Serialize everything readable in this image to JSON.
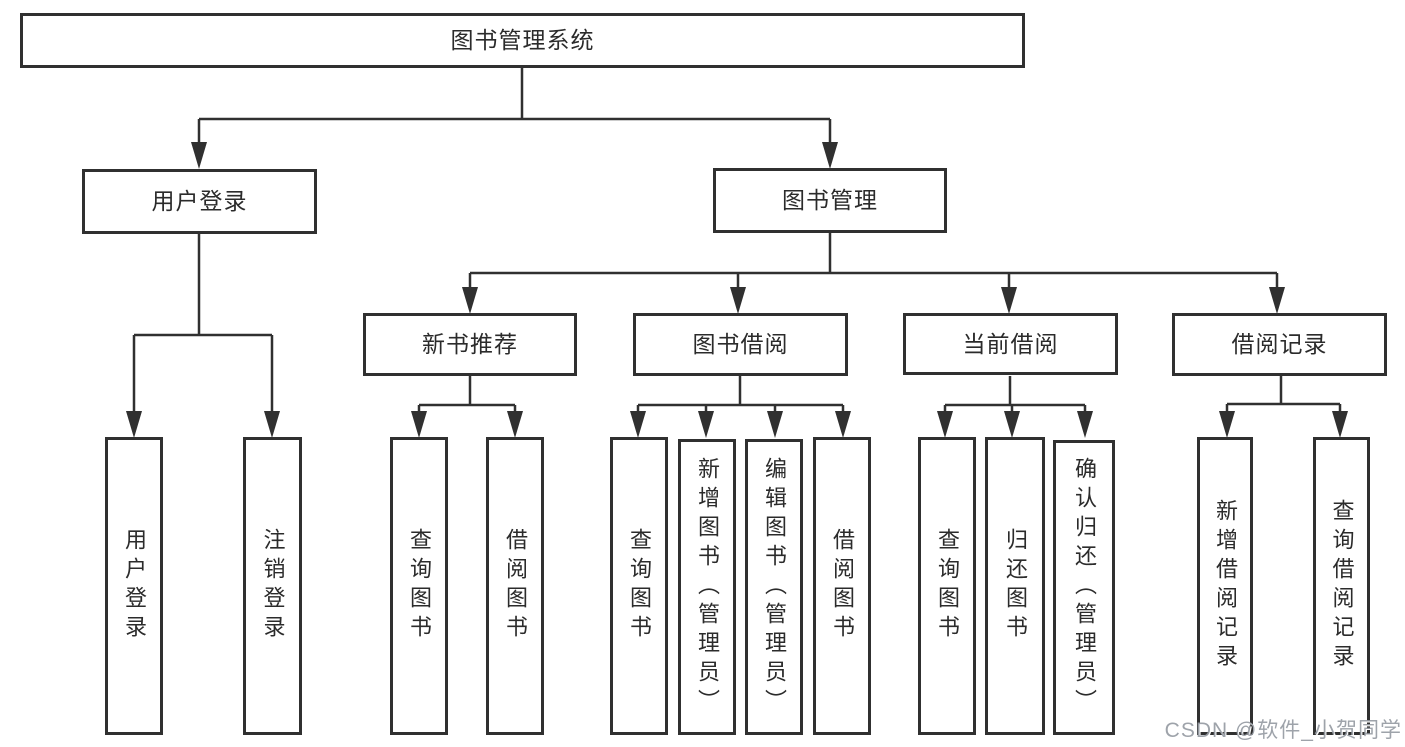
{
  "diagram_title": "图书管理系统",
  "colors": {
    "line": "#303030",
    "box_border": "#303030",
    "box_background": "#ffffff",
    "text": "#2b2b2b",
    "watermark": "#9499a1"
  },
  "nodes": {
    "root": "图书管理系统",
    "l2_user_login": "用户登录",
    "l2_book_management": "图书管理",
    "l3_new_book_recommend": "新书推荐",
    "l3_book_borrow": "图书借阅",
    "l3_current_borrow": "当前借阅",
    "l3_borrow_records": "借阅记录",
    "leaf_user_login": "用户登录",
    "leaf_logout": "注销登录",
    "leaf_nbr_query_books": "查询图书",
    "leaf_nbr_borrow_books": "借阅图书",
    "leaf_bb_query_books": "查询图书",
    "leaf_bb_add_books_admin": "新增图书（管理员）",
    "leaf_bb_edit_books_admin": "编辑图书（管理员）",
    "leaf_bb_borrow_books": "借阅图书",
    "leaf_cb_query_books": "查询图书",
    "leaf_cb_return_books": "归还图书",
    "leaf_cb_confirm_return_admin": "确认归还（管理员）",
    "leaf_br_add_record": "新增借阅记录",
    "leaf_br_query_record": "查询借阅记录"
  },
  "watermark": "CSDN @软件_小贺同学"
}
